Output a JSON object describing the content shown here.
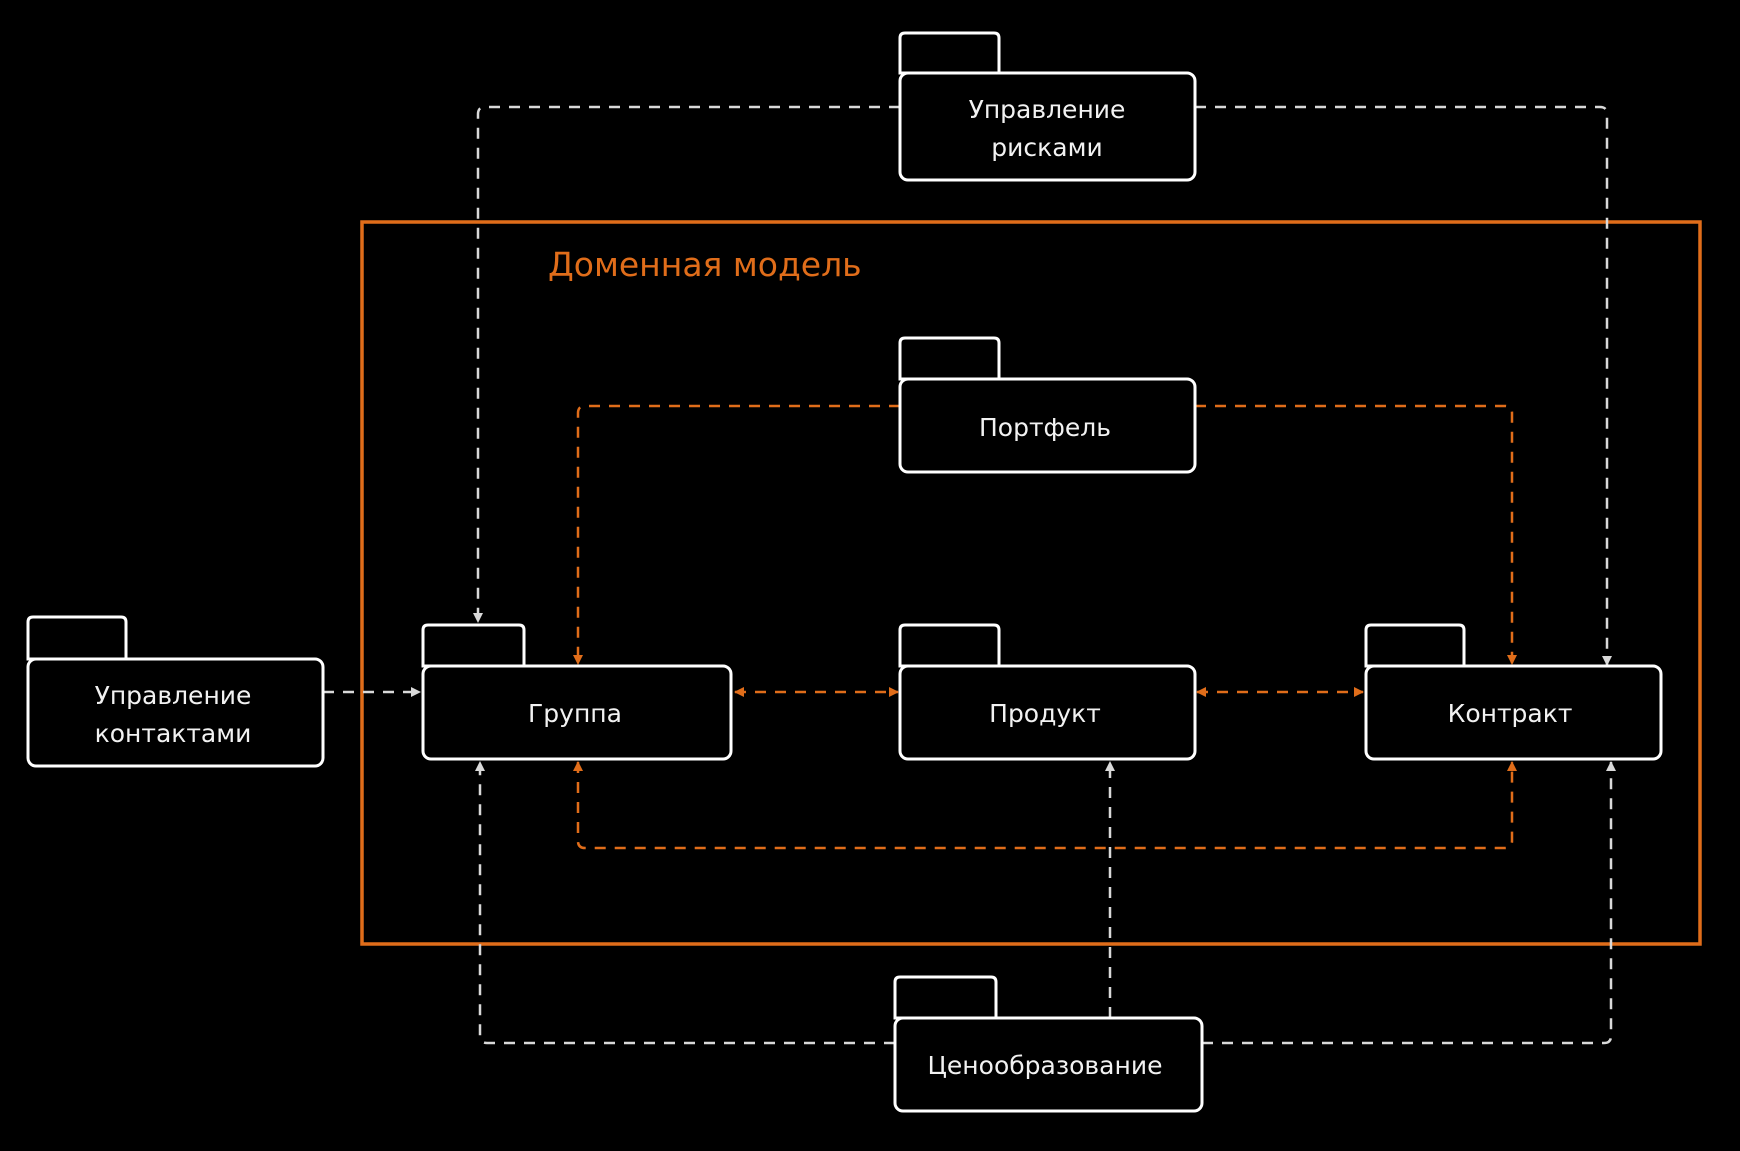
{
  "colors": {
    "background": "#000000",
    "accent": "#e06d1a",
    "package_stroke": "#ffffff",
    "edge_external": "#d9d9d9"
  },
  "domain_model": {
    "title": "Доменная модель"
  },
  "packages": {
    "risk_management": {
      "lines": [
        "Управление",
        "рисками"
      ]
    },
    "portfolio": {
      "lines": [
        "Портфель"
      ]
    },
    "contact_management": {
      "lines": [
        "Управление",
        "контактами"
      ]
    },
    "group": {
      "lines": [
        "Группа"
      ]
    },
    "product": {
      "lines": [
        "Продукт"
      ]
    },
    "contract": {
      "lines": [
        "Контракт"
      ]
    },
    "pricing": {
      "lines": [
        "Ценообразование"
      ]
    }
  },
  "dependencies": [
    {
      "from": "risk_management",
      "to": "group",
      "style": "external"
    },
    {
      "from": "risk_management",
      "to": "contract",
      "style": "external"
    },
    {
      "from": "contact_management",
      "to": "group",
      "style": "external"
    },
    {
      "from": "pricing",
      "to": "group",
      "style": "external"
    },
    {
      "from": "pricing",
      "to": "product",
      "style": "external"
    },
    {
      "from": "pricing",
      "to": "contract",
      "style": "external"
    },
    {
      "from": "portfolio",
      "to": "group",
      "style": "domain"
    },
    {
      "from": "portfolio",
      "to": "contract",
      "style": "domain"
    },
    {
      "from": "group",
      "to": "product",
      "style": "domain",
      "bidirectional": true
    },
    {
      "from": "product",
      "to": "contract",
      "style": "domain",
      "bidirectional": true
    },
    {
      "from": "group",
      "to": "contract",
      "style": "domain",
      "bidirectional": true
    }
  ]
}
